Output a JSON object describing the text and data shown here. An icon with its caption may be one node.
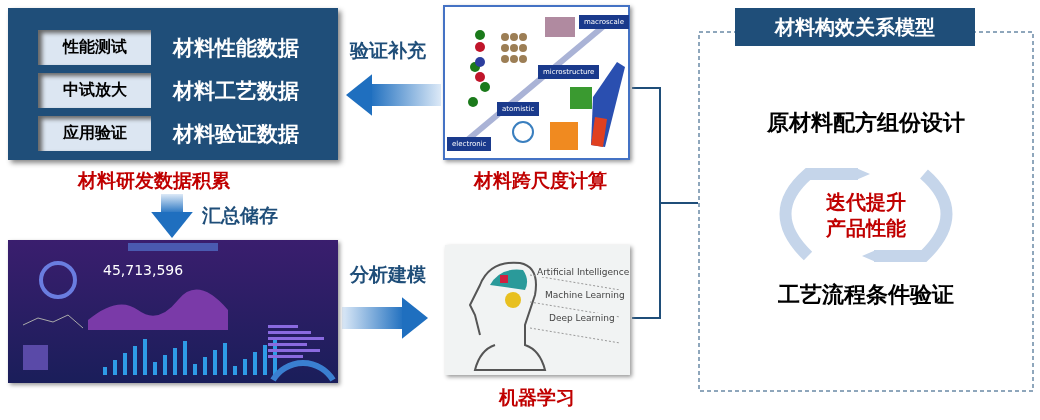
{
  "diagram": {
    "nodes": [
      {
        "text": [],
        "shape": "box",
        "beside": [
          "材料研发数据积累"
        ]
      },
      {
        "text": [
          "性能测试"
        ],
        "in": 0
      },
      {
        "text": [
          "中试放大"
        ],
        "in": 0
      },
      {
        "text": [
          "应用验证"
        ],
        "in": 0
      },
      {
        "text": [],
        "shape": "picture",
        "beside": [
          "材料跨尺度计算"
        ]
      },
      {
        "text": [],
        "shape": "picture"
      },
      {
        "text": [],
        "shape": "picture",
        "beside": [
          "机器学习"
        ]
      },
      {
        "text": [
          "材料构效关系模型"
        ]
      },
      {
        "text": [
          "原材料配方组份设计"
        ],
        "in": 7
      },
      {
        "text": [
          "迭代提升产品性能"
        ],
        "in": 7
      },
      {
        "text": [
          "工艺流程条件验证"
        ],
        "in": 7
      }
    ],
    "edges": [
      {
        "from": 4,
        "to": 0,
        "arrow": "to",
        "label": "验证补充",
        "style": "thick"
      },
      {
        "from": 0,
        "to": 5,
        "arrow": "to",
        "label": "汇总储存",
        "style": "thick"
      },
      {
        "from": 5,
        "to": 6,
        "arrow": "to",
        "label": "分析建模",
        "style": "thick"
      },
      {
        "from": 4,
        "to": 7,
        "arrow": "none"
      },
      {
        "from": 6,
        "to": 7,
        "arrow": "none"
      }
    ],
    "labels": [
      "材料性能数据",
      "材料工艺数据",
      "材料验证数据",
      "macroscale",
      "microstructure",
      "atomistic",
      "electronic",
      "45,713,596",
      "Artificial Intelligence",
      "Machine Learning",
      "Deep Learning"
    ]
  }
}
